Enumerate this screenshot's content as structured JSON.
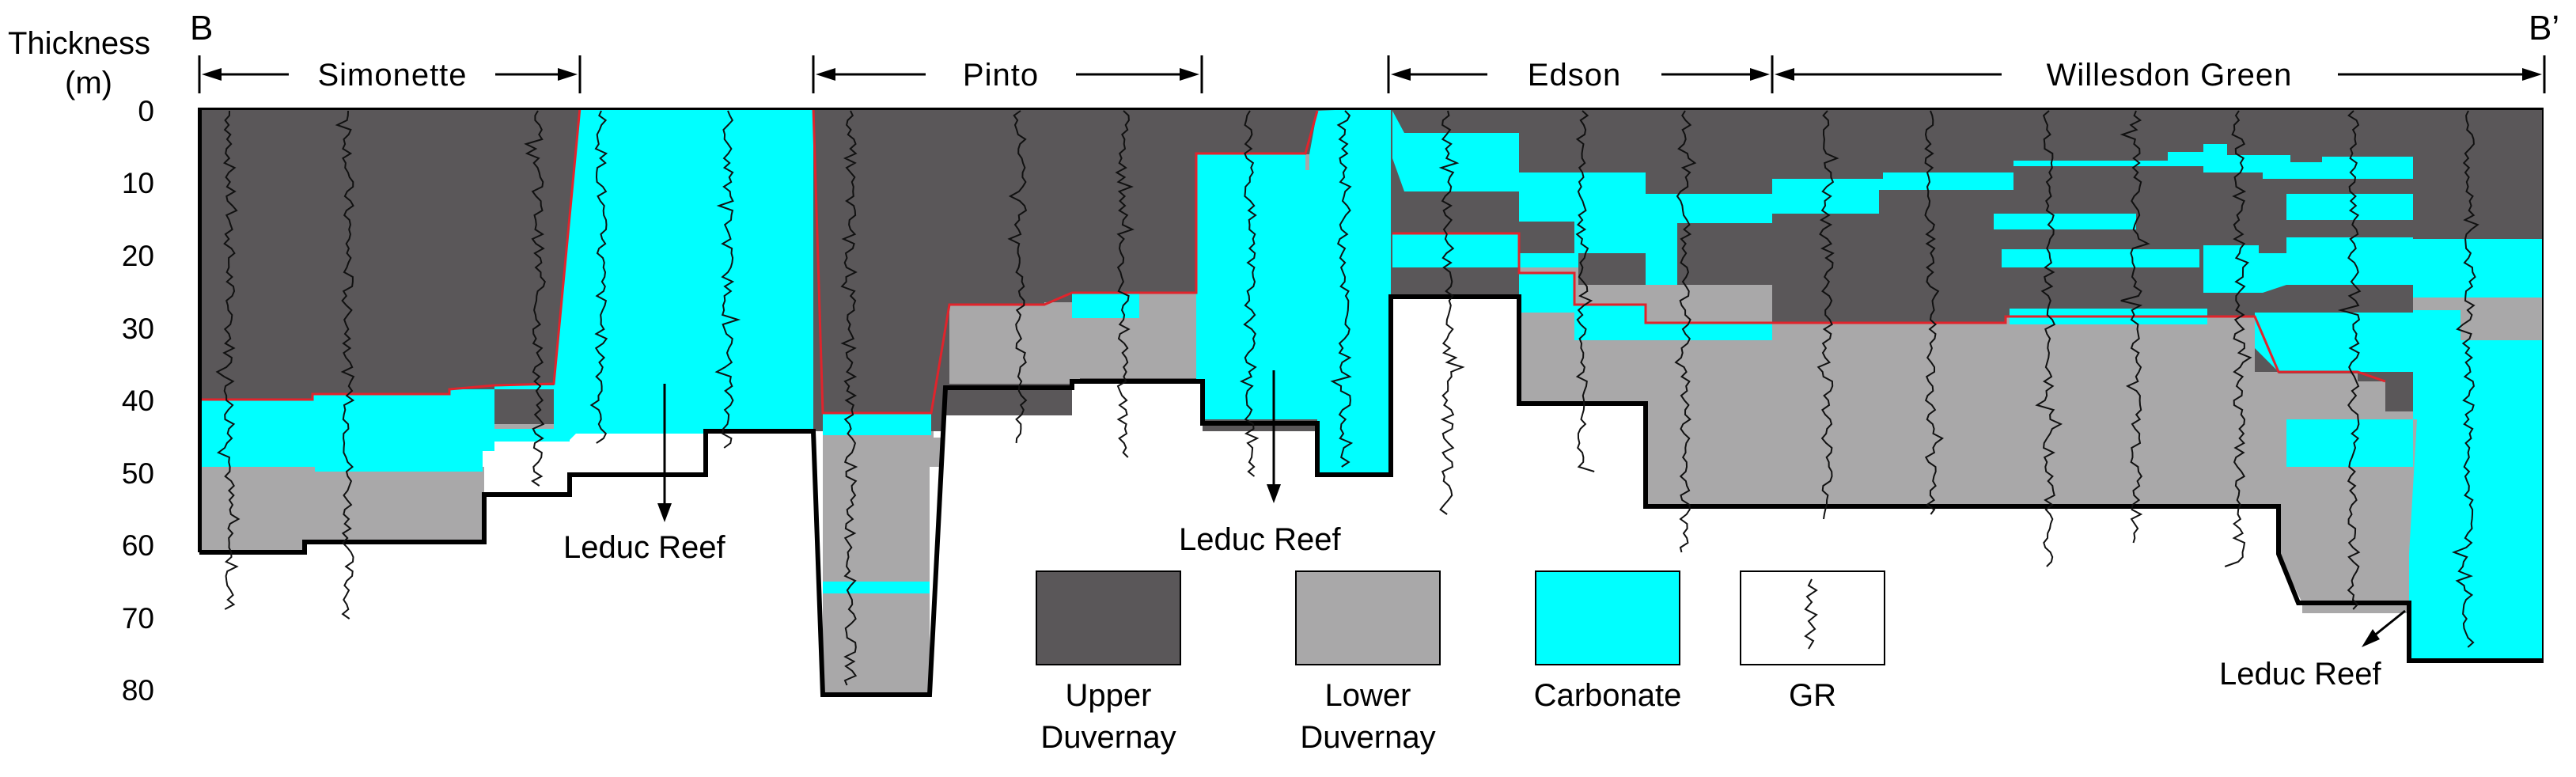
{
  "axis": {
    "title_line1": "Thickness",
    "title_line2": "(m)",
    "ticks": [
      "0",
      "10",
      "20",
      "30",
      "40",
      "50",
      "60",
      "70",
      "80"
    ]
  },
  "section": {
    "start_label": "B",
    "end_label": "B’"
  },
  "areas": [
    "Simonette",
    "Pinto",
    "Edson",
    "Willesdon Green"
  ],
  "annotations": [
    "Leduc Reef",
    "Leduc Reef",
    "Leduc Reef"
  ],
  "legend": {
    "upper_line1": "Upper",
    "upper_line2": "Duvernay",
    "lower_line1": "Lower",
    "lower_line2": "Duvernay",
    "carbonate": "Carbonate",
    "gr": "GR"
  },
  "colors": {
    "upper_duvernay": "#5a5759",
    "lower_duvernay": "#a9a8a9",
    "carbonate": "#00ffff",
    "boundary": "#e0242c",
    "outline": "#000000"
  },
  "icons": [
    "gr-log-icon"
  ]
}
